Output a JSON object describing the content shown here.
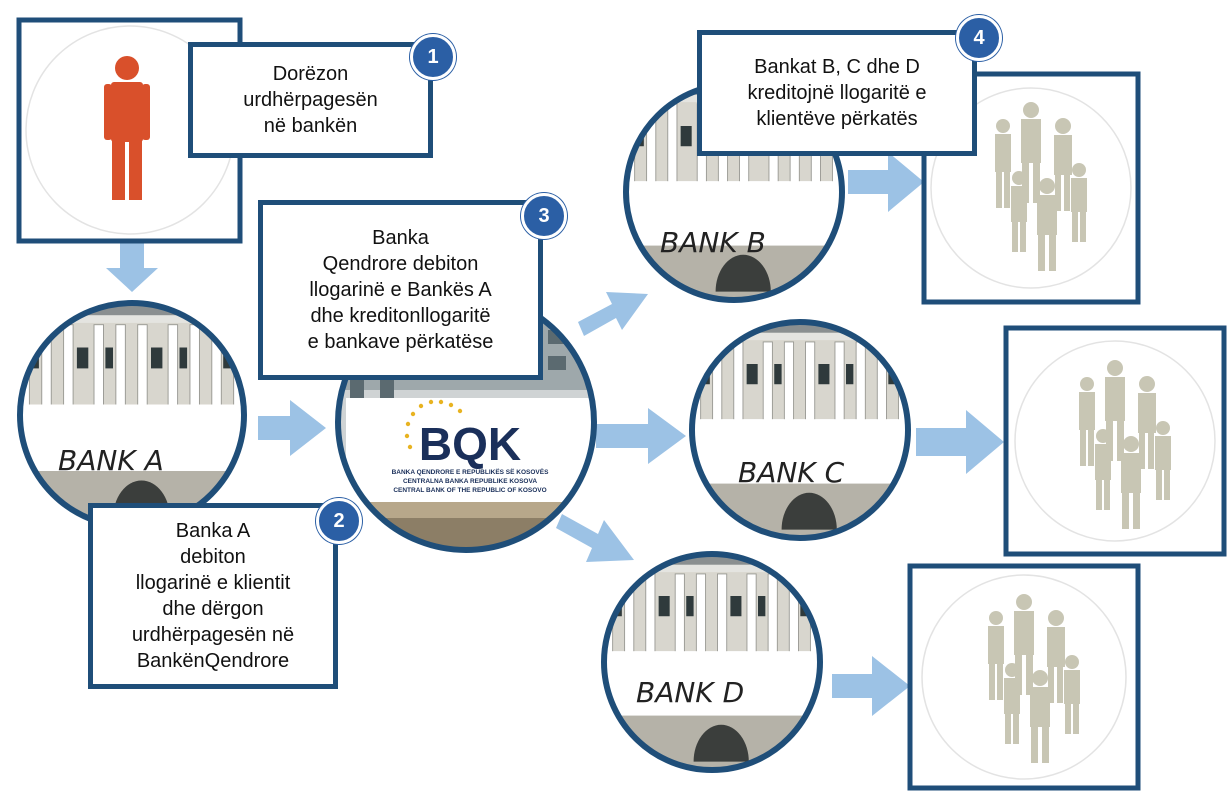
{
  "steps": [
    {
      "number": "1",
      "text": "Dorëzon\nurdhërpagesën\nnë bankën"
    },
    {
      "number": "2",
      "text": "Banka A\ndebiton\nllogarinë e klientit\ndhe dërgon\nurdhërpagesën në\nBankënQendrore"
    },
    {
      "number": "3",
      "text": "Banka\nQendrore  debiton\nllogarinë e Bankës A\ndhe kreditonllogaritë\ne bankave përkatëse"
    },
    {
      "number": "4",
      "text": "Bankat B, C dhe D\nkreditojnë llogaritë e\nklientëve përkatës"
    }
  ],
  "banks": {
    "a": "BANK A",
    "b": "BANK B",
    "c": "BANK C",
    "d": "BANK D"
  },
  "central_bank": {
    "logo": "BQK",
    "line1": "BANKA QENDRORE E REPUBLIKËS SË KOSOVËS",
    "line2": "CENTRALNA BANKA REPUBLIKE KOSOVA",
    "line3": "CENTRAL BANK OF THE REPUBLIC OF KOSOVO"
  },
  "colors": {
    "frame_blue": "#1f4e79",
    "badge_blue": "#2b5fa5",
    "arrow_blue": "#9cc2e5",
    "person_orange": "#d9502b",
    "people_grey": "#c8c6b4"
  }
}
